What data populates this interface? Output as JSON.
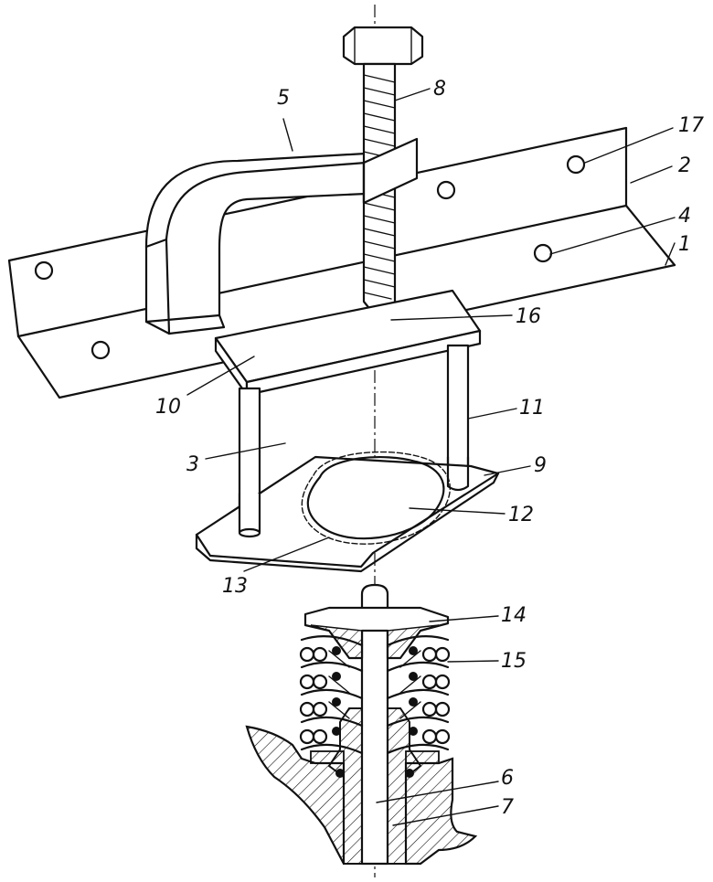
{
  "callouts": [
    {
      "id": "1",
      "text": "1"
    },
    {
      "id": "2",
      "text": "2"
    },
    {
      "id": "3",
      "text": "3"
    },
    {
      "id": "4",
      "text": "4"
    },
    {
      "id": "5",
      "text": "5"
    },
    {
      "id": "6",
      "text": "6"
    },
    {
      "id": "7",
      "text": "7"
    },
    {
      "id": "8",
      "text": "8"
    },
    {
      "id": "9",
      "text": "9"
    },
    {
      "id": "10",
      "text": "10"
    },
    {
      "id": "11",
      "text": "11"
    },
    {
      "id": "12",
      "text": "12"
    },
    {
      "id": "13",
      "text": "13"
    },
    {
      "id": "14",
      "text": "14"
    },
    {
      "id": "15",
      "text": "15"
    },
    {
      "id": "16",
      "text": "16"
    },
    {
      "id": "17",
      "text": "17"
    }
  ],
  "colors": {
    "ink": "#111111",
    "paper": "#ffffff"
  }
}
